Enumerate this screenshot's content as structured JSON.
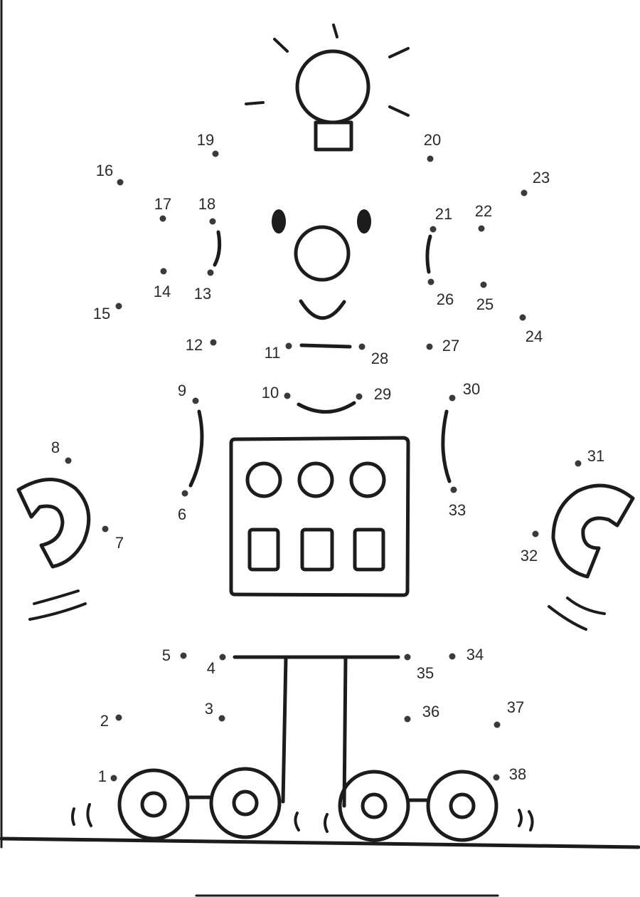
{
  "puzzle": {
    "dots": [
      {
        "n": "1"
      },
      {
        "n": "2"
      },
      {
        "n": "3"
      },
      {
        "n": "4"
      },
      {
        "n": "5"
      },
      {
        "n": "6"
      },
      {
        "n": "7"
      },
      {
        "n": "8"
      },
      {
        "n": "9"
      },
      {
        "n": "10"
      },
      {
        "n": "11"
      },
      {
        "n": "12"
      },
      {
        "n": "13"
      },
      {
        "n": "14"
      },
      {
        "n": "15"
      },
      {
        "n": "16"
      },
      {
        "n": "17"
      },
      {
        "n": "18"
      },
      {
        "n": "19"
      },
      {
        "n": "20"
      },
      {
        "n": "21"
      },
      {
        "n": "22"
      },
      {
        "n": "23"
      },
      {
        "n": "24"
      },
      {
        "n": "25"
      },
      {
        "n": "26"
      },
      {
        "n": "27"
      },
      {
        "n": "28"
      },
      {
        "n": "29"
      },
      {
        "n": "30"
      },
      {
        "n": "31"
      },
      {
        "n": "32"
      },
      {
        "n": "33"
      },
      {
        "n": "34"
      },
      {
        "n": "35"
      },
      {
        "n": "36"
      },
      {
        "n": "37"
      },
      {
        "n": "38"
      }
    ]
  },
  "colors": {
    "ink": "#1c1c1c",
    "dot": "#3a3a3a",
    "paper": "#ffffff"
  }
}
